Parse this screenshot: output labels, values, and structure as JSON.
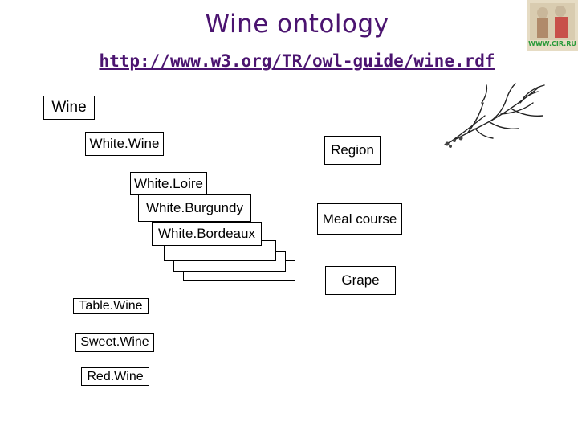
{
  "title": "Wine ontology",
  "url": "http://www.w3.org/TR/owl-guide/wine.rdf",
  "logo": {
    "text": "WWW.CIR.RU"
  },
  "classes": {
    "wine": "Wine",
    "white_wine": "White.Wine",
    "white_loire": "White.Loire",
    "white_burgundy": "White.Burgundy",
    "white_bordeaux": "White.Bordeaux",
    "table_wine": "Table.Wine",
    "sweet_wine": "Sweet.Wine",
    "red_wine": "Red.Wine",
    "region": "Region",
    "meal_course": "Meal course",
    "grape": "Grape"
  }
}
